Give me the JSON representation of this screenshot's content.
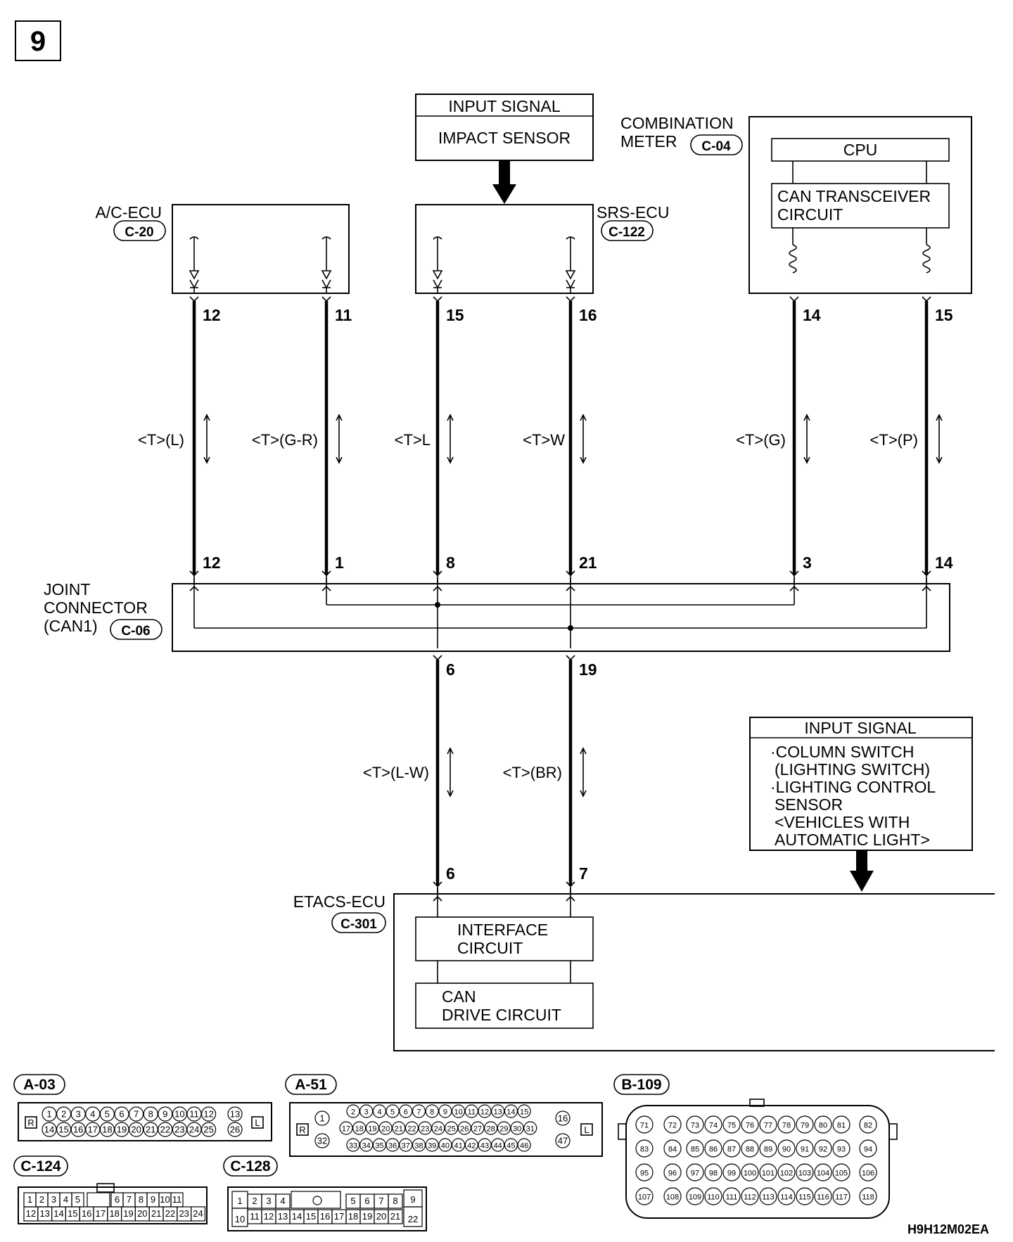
{
  "page_number": "9",
  "figure_code": "H9H12M02EA",
  "top_input": {
    "header": "INPUT SIGNAL",
    "body": "IMPACT SENSOR"
  },
  "combination_meter": {
    "name_line1": "COMBINATION",
    "name_line2": "METER",
    "connector": "C-04",
    "cpu": "CPU",
    "transceiver_line1": "CAN TRANSCEIVER",
    "transceiver_line2": "CIRCUIT",
    "pin_a": "14",
    "pin_b": "15"
  },
  "ac_ecu": {
    "name": "A/C-ECU",
    "connector": "C-20",
    "pin_a": "12",
    "pin_b": "11"
  },
  "srs_ecu": {
    "name": "SRS-ECU",
    "connector": "C-122",
    "pin_a": "15",
    "pin_b": "16"
  },
  "wires_upper": [
    "<T>(L)",
    "<T>(G-R)",
    "<T>L",
    "<T>W",
    "<T>(G)",
    "<T>(P)"
  ],
  "joint_connector": {
    "name_line1": "JOINT",
    "name_line2": "CONNECTOR",
    "name_line3": "(CAN1)",
    "connector": "C-06",
    "top_pins": [
      "12",
      "1",
      "8",
      "21",
      "3",
      "14"
    ],
    "bottom_pins": [
      "6",
      "19"
    ]
  },
  "wires_lower": [
    "<T>(L-W)",
    "<T>(BR)"
  ],
  "etacs_ecu": {
    "name": "ETACS-ECU",
    "connector": "C-301",
    "pin_a": "6",
    "pin_b": "7",
    "interface_line1": "INTERFACE",
    "interface_line2": "CIRCUIT",
    "drive_line1": "CAN",
    "drive_line2": "DRIVE CIRCUIT"
  },
  "lower_input": {
    "header": "INPUT SIGNAL",
    "lines": [
      "·COLUMN SWITCH",
      "(LIGHTING SWITCH)",
      "·LIGHTING CONTROL",
      "SENSOR",
      "<VEHICLES WITH",
      "AUTOMATIC LIGHT>"
    ]
  },
  "connectors": {
    "a03": {
      "label": "A-03",
      "side_left": "R",
      "side_right": "L"
    },
    "a51": {
      "label": "A-51",
      "side_left": "R",
      "side_right": "L"
    },
    "b109": {
      "label": "B-109"
    },
    "c124": {
      "label": "C-124"
    },
    "c128": {
      "label": "C-128"
    }
  },
  "connector_pins": {
    "a03_row1": [
      "1",
      "2",
      "3",
      "4",
      "5",
      "6",
      "7",
      "8",
      "9",
      "10",
      "11",
      "12"
    ],
    "a03_row2": [
      "14",
      "15",
      "16",
      "17",
      "18",
      "19",
      "20",
      "21",
      "22",
      "23",
      "24",
      "25"
    ],
    "a03_end": [
      "13",
      "26"
    ],
    "a51_row1": [
      "2",
      "3",
      "4",
      "5",
      "6",
      "7",
      "8",
      "9",
      "10",
      "11",
      "12",
      "13",
      "14",
      "15"
    ],
    "a51_row2": [
      "17",
      "18",
      "19",
      "20",
      "21",
      "22",
      "23",
      "24",
      "25",
      "26",
      "27",
      "28",
      "29",
      "30",
      "31"
    ],
    "a51_row3": [
      "33",
      "34",
      "35",
      "36",
      "37",
      "38",
      "39",
      "40",
      "41",
      "42",
      "43",
      "44",
      "45",
      "46"
    ],
    "a51_left": [
      "1",
      "32"
    ],
    "a51_right": [
      "16",
      "47"
    ],
    "b109_row1": [
      "71",
      "72",
      "73",
      "74",
      "75",
      "76",
      "77",
      "78",
      "79",
      "80",
      "81",
      "82"
    ],
    "b109_row2": [
      "83",
      "84",
      "85",
      "86",
      "87",
      "88",
      "89",
      "90",
      "91",
      "92",
      "93",
      "94"
    ],
    "b109_row3": [
      "95",
      "96",
      "97",
      "98",
      "99",
      "100",
      "101",
      "102",
      "103",
      "104",
      "105",
      "106"
    ],
    "b109_row4": [
      "107",
      "108",
      "109",
      "110",
      "111",
      "112",
      "113",
      "114",
      "115",
      "116",
      "117",
      "118"
    ],
    "c124_row1": [
      "1",
      "2",
      "3",
      "4",
      "5",
      "6",
      "7",
      "8",
      "9",
      "10",
      "11"
    ],
    "c124_row2": [
      "12",
      "13",
      "14",
      "15",
      "16",
      "17",
      "18",
      "19",
      "20",
      "21",
      "22",
      "23",
      "24"
    ],
    "c128_row1a": [
      "1",
      "2",
      "3",
      "4"
    ],
    "c128_row1b": [
      "5",
      "6",
      "7",
      "8"
    ],
    "c128_row2": [
      "10",
      "11",
      "12",
      "13",
      "14",
      "15",
      "16",
      "17",
      "18",
      "19",
      "20",
      "21"
    ],
    "c128_end": [
      "9",
      "22"
    ]
  }
}
